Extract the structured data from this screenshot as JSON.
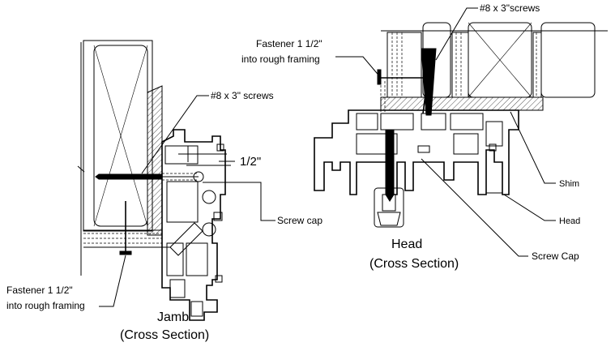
{
  "labels": {
    "jamb_screws": "#8 x 3\" screws",
    "head_screws": "#8 x 3\"screws",
    "head_fastener_line1": "Fastener 1 1/2\"",
    "head_fastener_line2": "into rough framing",
    "jamb_fastener_line1": "Fastener 1 1/2\"",
    "jamb_fastener_line2": "into rough framing",
    "dimension": "1/2\"",
    "jamb_screw_cap": "Screw cap",
    "head_screw_cap": "Screw Cap",
    "shim": "Shim",
    "head": "Head"
  },
  "titles": {
    "head_line1": "Head",
    "head_line2": "(Cross Section)",
    "jamb_line1": "Jamb",
    "jamb_line2": "(Cross Section)"
  }
}
